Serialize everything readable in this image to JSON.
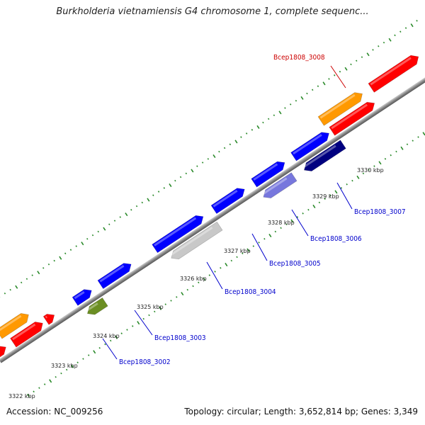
{
  "title": "Burkholderia vietnamiensis G4 chromosome 1, complete sequenc...",
  "footer": {
    "accession": "Accession: NC_009256",
    "summary": "Topology: circular; Length: 3,652,814 bp; Genes: 3,349"
  },
  "scale_labels": [
    "3322 kbp",
    "3323 kbp",
    "3324 kbp",
    "3325 kbp",
    "3326 kbp",
    "3327 kbp",
    "3328 kbp",
    "3329 kbp",
    "3330 kbp"
  ],
  "gene_labels": [
    {
      "name": "Bcep1808_3008",
      "color": "#cc0000"
    },
    {
      "name": "Bcep1808_3007",
      "color": "#0000cc"
    },
    {
      "name": "Bcep1808_3006",
      "color": "#0000cc"
    },
    {
      "name": "Bcep1808_3005",
      "color": "#0000cc"
    },
    {
      "name": "Bcep1808_3004",
      "color": "#0000cc"
    },
    {
      "name": "Bcep1808_3003",
      "color": "#0000cc"
    },
    {
      "name": "Bcep1808_3002",
      "color": "#0000cc"
    }
  ],
  "colors": {
    "backbone": "#808080",
    "tick": "#2a8a2a",
    "red": "#ff0000",
    "orange": "#ff9900",
    "blue": "#0000ff",
    "navy": "#000080",
    "lavender": "#7777dd",
    "gray": "#c8c8c8",
    "olive": "#6b8e23"
  }
}
